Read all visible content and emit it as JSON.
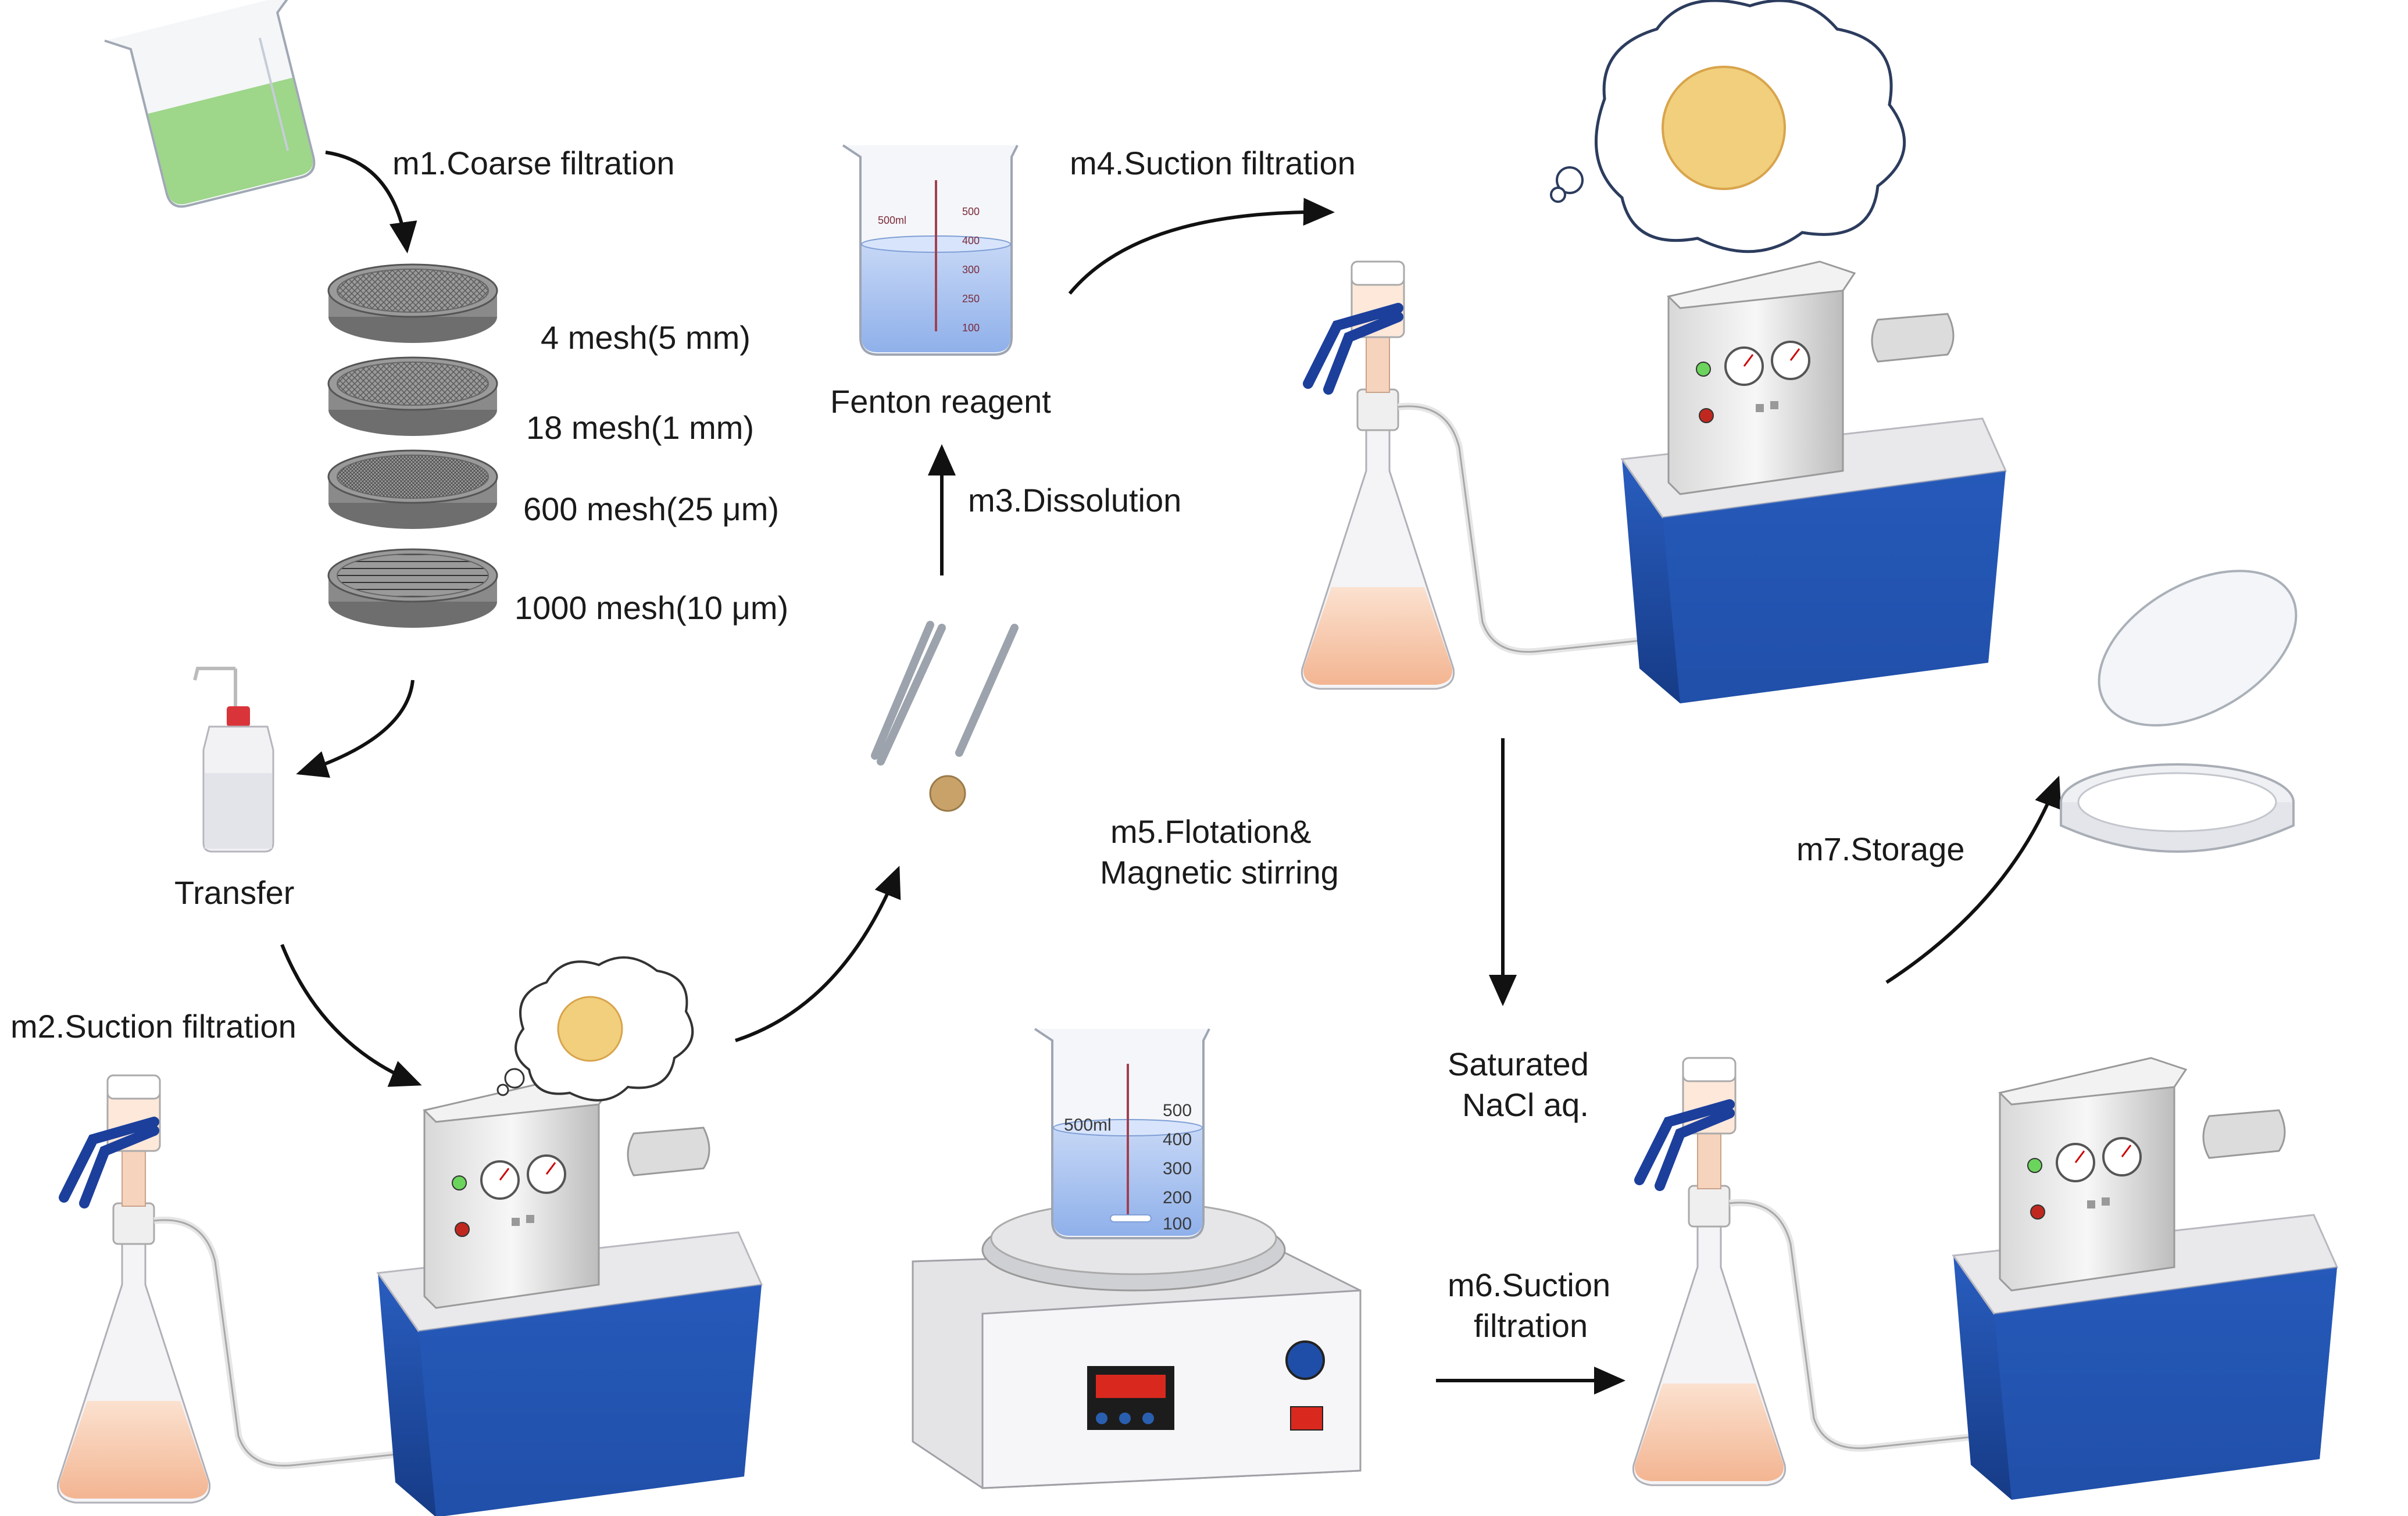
{
  "steps": {
    "m1": "m1.Coarse filtration",
    "m2": "m2.Suction filtration",
    "m3": "m3.Dissolution",
    "m4": "m4.Suction filtration",
    "m5_line1": "m5.Flotation&",
    "m5_line2": "Magnetic stirring",
    "m6_line1": "m6.Suction",
    "m6_line2": "filtration",
    "m7": "m7.Storage"
  },
  "sieves": [
    {
      "label": "4 mesh(5 mm)"
    },
    {
      "label": "18 mesh(1 mm)"
    },
    {
      "label": "600 mesh(25 μm)"
    },
    {
      "label": "1000 mesh(10 μm)"
    }
  ],
  "labels": {
    "transfer": "Transfer",
    "fenton": "Fenton reagent",
    "nacl_line1": "Saturated",
    "nacl_line2": "NaCl aq."
  },
  "beaker": {
    "volume": "500ml",
    "ticks": [
      "500",
      "400",
      "300",
      "250",
      "100"
    ],
    "stirrer_ticks": [
      "500",
      "400",
      "300",
      "200",
      "100"
    ]
  },
  "colors": {
    "pump_blue": "#1f4ea8",
    "clamp_blue": "#1c3f9c",
    "liquid_blue": "#a9c3ef",
    "flask_liquid": "#f6c6a8",
    "sieve_gray": "#8a8a8a",
    "green_liquid": "#9ed68a"
  }
}
